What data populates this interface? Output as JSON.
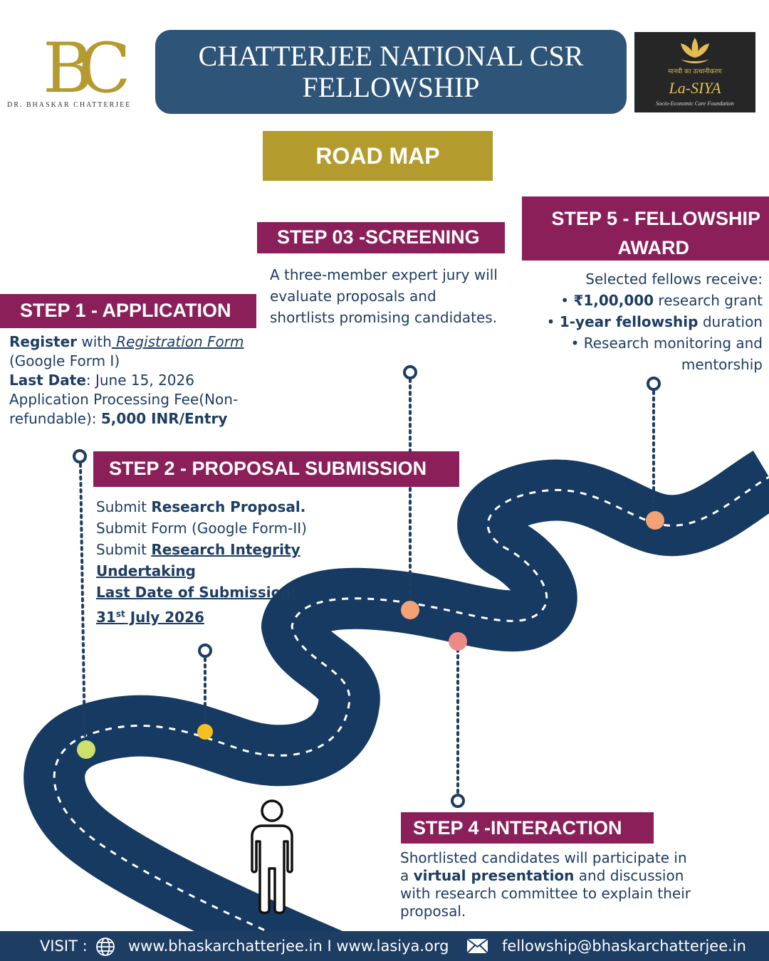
{
  "header": {
    "logo_left_monogram": "BC",
    "logo_left_subtitle": "DR. BHASKAR CHATTERJEE",
    "title_line1": "CHATTERJEE NATIONAL CSR",
    "title_line2": "FELLOWSHIP",
    "logo_right_name": "La-SIYA",
    "logo_right_tagline": "Socio-Economic Care Foundation",
    "logo_right_script": "मानवी का उत्थानीकरण"
  },
  "badge": "ROAD MAP",
  "step1": {
    "title": "STEP 1 - APPLICATION",
    "register": "Register",
    "with": " with",
    "form_link": " Registration Form",
    "form_note": " (Google Form I)",
    "last_date_label": "Last Date",
    "last_date_value": ": June 15, 2026",
    "fee_text": "Application Processing Fee(Non-refundable): ",
    "fee_value": "5,000 INR/Entry"
  },
  "step2": {
    "title": "STEP  2 - PROPOSAL SUBMISSION",
    "l1_pre": "Submit ",
    "l1_bold": "Research Proposal.",
    "l2": "Submit Form (Google Form-II)",
    "l3_pre": "Submit ",
    "l3_link": "Research Integrity Undertaking",
    "l4_label": "Last Date of Submission:",
    "l5_day": "31",
    "l5_sup": "st",
    "l5_rest": " July 2026"
  },
  "step3": {
    "title": "STEP 03 -SCREENING",
    "text": "A three-member expert jury will evaluate proposals and shortlists promising candidates."
  },
  "step4": {
    "title": "STEP  4 -INTERACTION",
    "pre": "Shortlisted candidates will participate in a ",
    "bold": "virtual presentation",
    "post": " and discussion with research committee to explain their proposal."
  },
  "step5": {
    "title_l1": "STEP 5 - FELLOWSHIP",
    "title_l2": "AWARD",
    "intro": "Selected fellows receive:",
    "b1_bold": "₹1,00,000",
    "b1_rest": " research grant",
    "b2_bold": "1-year fellowship",
    "b2_rest": " duration",
    "b3": "Research monitoring and mentorship"
  },
  "footer": {
    "visit_label": "VISIT :",
    "websites": "www.bhaskarchatterjee.in I www.lasiya.org",
    "email": "fellowship@bhaskarchatterjee.in"
  },
  "colors": {
    "navy": "#1d3d63",
    "title_blue": "#2e5477",
    "gold": "#b49b2e",
    "magenta": "#8b1f5a",
    "road": "#163a62"
  },
  "icons": [
    "globe-icon",
    "mail-icon",
    "person-icon",
    "lotus-icon"
  ]
}
